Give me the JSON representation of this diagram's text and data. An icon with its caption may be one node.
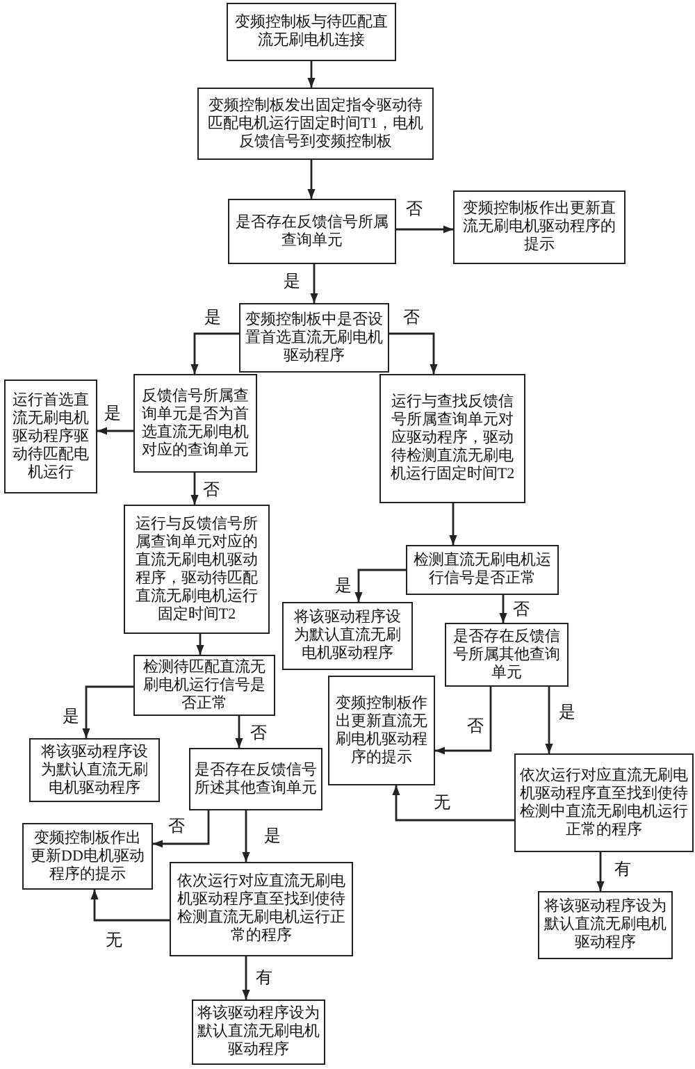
{
  "diagram": {
    "nodes": [
      {
        "text": [
          "变频控制板与待匹配直流无刷电机连接"
        ]
      },
      {
        "text": [
          "变频控制板发出固定指令驱动待匹配电机运行固定时间T1，电机反馈信号到变频控制板"
        ]
      },
      {
        "text": [
          "是否存在反馈信号所属查询单元"
        ]
      },
      {
        "text": [
          "变频控制板作出更新直流无刷电机驱动程序的提示"
        ]
      },
      {
        "text": [
          "变频控制板中是否设置首选直流无刷电机驱动程序"
        ]
      },
      {
        "text": [
          "运行首选直流无刷电机驱动程序驱动待匹配电机运行"
        ]
      },
      {
        "text": [
          "反馈信号所属查询单元是否为首选直流无刷电机对应的查询单元"
        ]
      },
      {
        "text": [
          "运行与查找反馈信号所属查询单元对应驱动程序，驱动待检测直流无刷电机运行固定时间T2"
        ]
      },
      {
        "text": [
          "运行与反馈信号所属查询单元对应的直流无刷电机驱动程序，驱动待匹配直流无刷电机运行固定时间T2"
        ]
      },
      {
        "text": [
          "检测直流无刷电机运行信号是否正常"
        ]
      },
      {
        "text": [
          "将该驱动程序设为默认直流无刷电机驱动程序"
        ]
      },
      {
        "text": [
          "是否存在反馈信号所属其他查询单元"
        ]
      },
      {
        "text": [
          "检测待匹配直流无刷电机运行信号是否正常"
        ]
      },
      {
        "text": [
          "变频控制板作出更新直流无刷电机驱动程序的提示"
        ]
      },
      {
        "text": [
          "将该驱动程序设为默认直流无刷电机驱动程序"
        ]
      },
      {
        "text": [
          "是否存在反馈信号所述其他查询单元"
        ]
      },
      {
        "text": [
          "依次运行对应直流无刷电机驱动程序直至找到使待检测中直流无刷电机运行正常的程序"
        ]
      },
      {
        "text": [
          "变频控制板作出更新DD电机驱动程序的提示"
        ]
      },
      {
        "text": [
          "依次运行对应直流无刷电机驱动程序直至找到使待检测直流无刷电机运行正常的程序"
        ]
      },
      {
        "text": [
          "将该驱动程序设为默认直流无刷电机驱动程序"
        ]
      },
      {
        "text": [
          "将该驱动程序设为默认直流无刷电机驱动程序"
        ]
      }
    ],
    "edges": [
      {
        "from": 0,
        "to": 1,
        "arrow": "to"
      },
      {
        "from": 1,
        "to": 2,
        "arrow": "to"
      },
      {
        "from": 2,
        "to": 3,
        "arrow": "to",
        "label": "否"
      },
      {
        "from": 2,
        "to": 4,
        "arrow": "to",
        "label": "是"
      },
      {
        "from": 4,
        "to": 6,
        "arrow": "to",
        "label": "是"
      },
      {
        "from": 4,
        "to": 7,
        "arrow": "to",
        "label": "否"
      },
      {
        "from": 6,
        "to": 5,
        "arrow": "to",
        "label": "是"
      },
      {
        "from": 6,
        "to": 8,
        "arrow": "to",
        "label": "否"
      },
      {
        "from": 7,
        "to": 9,
        "arrow": "to"
      },
      {
        "from": 9,
        "to": 10,
        "arrow": "to",
        "label": "是"
      },
      {
        "from": 9,
        "to": 11,
        "arrow": "to",
        "label": "否"
      },
      {
        "from": 8,
        "to": 12,
        "arrow": "to"
      },
      {
        "from": 12,
        "to": 14,
        "arrow": "to",
        "label": "是"
      },
      {
        "from": 12,
        "to": 15,
        "arrow": "to",
        "label": "否"
      },
      {
        "from": 11,
        "to": 13,
        "arrow": "to",
        "label": "否"
      },
      {
        "from": 11,
        "to": 16,
        "arrow": "to",
        "label": "是"
      },
      {
        "from": 15,
        "to": 17,
        "arrow": "to",
        "label": "否"
      },
      {
        "from": 15,
        "to": 18,
        "arrow": "to",
        "label": "是"
      },
      {
        "from": 18,
        "to": 17,
        "arrow": "to",
        "label": "无"
      },
      {
        "from": 16,
        "to": 13,
        "arrow": "to",
        "label": "无"
      },
      {
        "from": 16,
        "to": 19,
        "arrow": "to",
        "label": "有"
      },
      {
        "from": 18,
        "to": 20,
        "arrow": "to",
        "label": "有"
      }
    ]
  }
}
